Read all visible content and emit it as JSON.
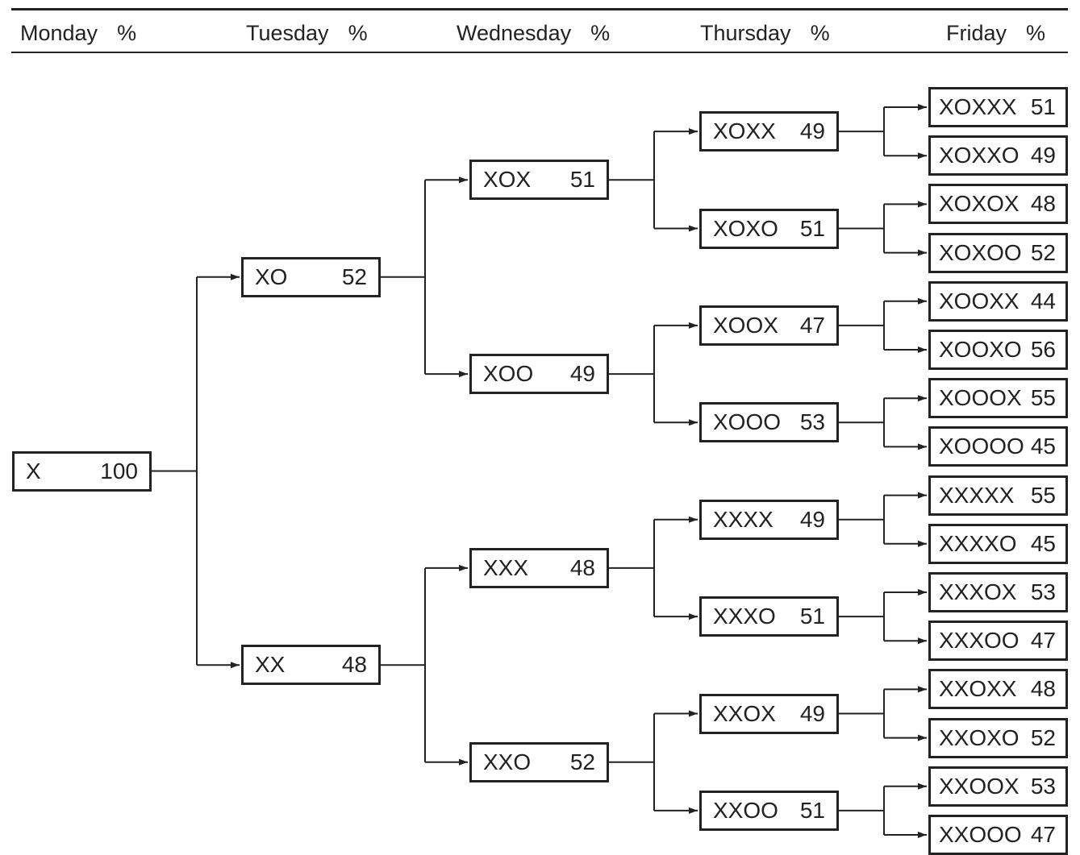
{
  "columns": [
    {
      "day": "Monday",
      "unit": "%"
    },
    {
      "day": "Tuesday",
      "unit": "%"
    },
    {
      "day": "Wednesday",
      "unit": "%"
    },
    {
      "day": "Thursday",
      "unit": "%"
    },
    {
      "day": "Friday",
      "unit": "%"
    }
  ],
  "levels": [
    [
      {
        "code": "X",
        "value": "100"
      }
    ],
    [
      {
        "code": "XO",
        "value": "52"
      },
      {
        "code": "XX",
        "value": "48"
      }
    ],
    [
      {
        "code": "XOX",
        "value": "51"
      },
      {
        "code": "XOO",
        "value": "49"
      },
      {
        "code": "XXX",
        "value": "48"
      },
      {
        "code": "XXO",
        "value": "52"
      }
    ],
    [
      {
        "code": "XOXX",
        "value": "49"
      },
      {
        "code": "XOXO",
        "value": "51"
      },
      {
        "code": "XOOX",
        "value": "47"
      },
      {
        "code": "XOOO",
        "value": "53"
      },
      {
        "code": "XXXX",
        "value": "49"
      },
      {
        "code": "XXXO",
        "value": "51"
      },
      {
        "code": "XXOX",
        "value": "49"
      },
      {
        "code": "XXOO",
        "value": "51"
      }
    ],
    [
      {
        "code": "XOXXX",
        "value": "51"
      },
      {
        "code": "XOXXO",
        "value": "49"
      },
      {
        "code": "XOXOX",
        "value": "48"
      },
      {
        "code": "XOXOO",
        "value": "52"
      },
      {
        "code": "XOOXX",
        "value": "44"
      },
      {
        "code": "XOOXO",
        "value": "56"
      },
      {
        "code": "XOOOX",
        "value": "55"
      },
      {
        "code": "XOOOO",
        "value": "45"
      },
      {
        "code": "XXXXX",
        "value": "55"
      },
      {
        "code": "XXXXO",
        "value": "45"
      },
      {
        "code": "XXXOX",
        "value": "53"
      },
      {
        "code": "XXXOO",
        "value": "47"
      },
      {
        "code": "XXOXX",
        "value": "48"
      },
      {
        "code": "XXOXO",
        "value": "52"
      },
      {
        "code": "XXOOX",
        "value": "53"
      },
      {
        "code": "XXOOO",
        "value": "47"
      }
    ]
  ],
  "colors": {
    "ink": "#222222",
    "background": "#ffffff"
  }
}
